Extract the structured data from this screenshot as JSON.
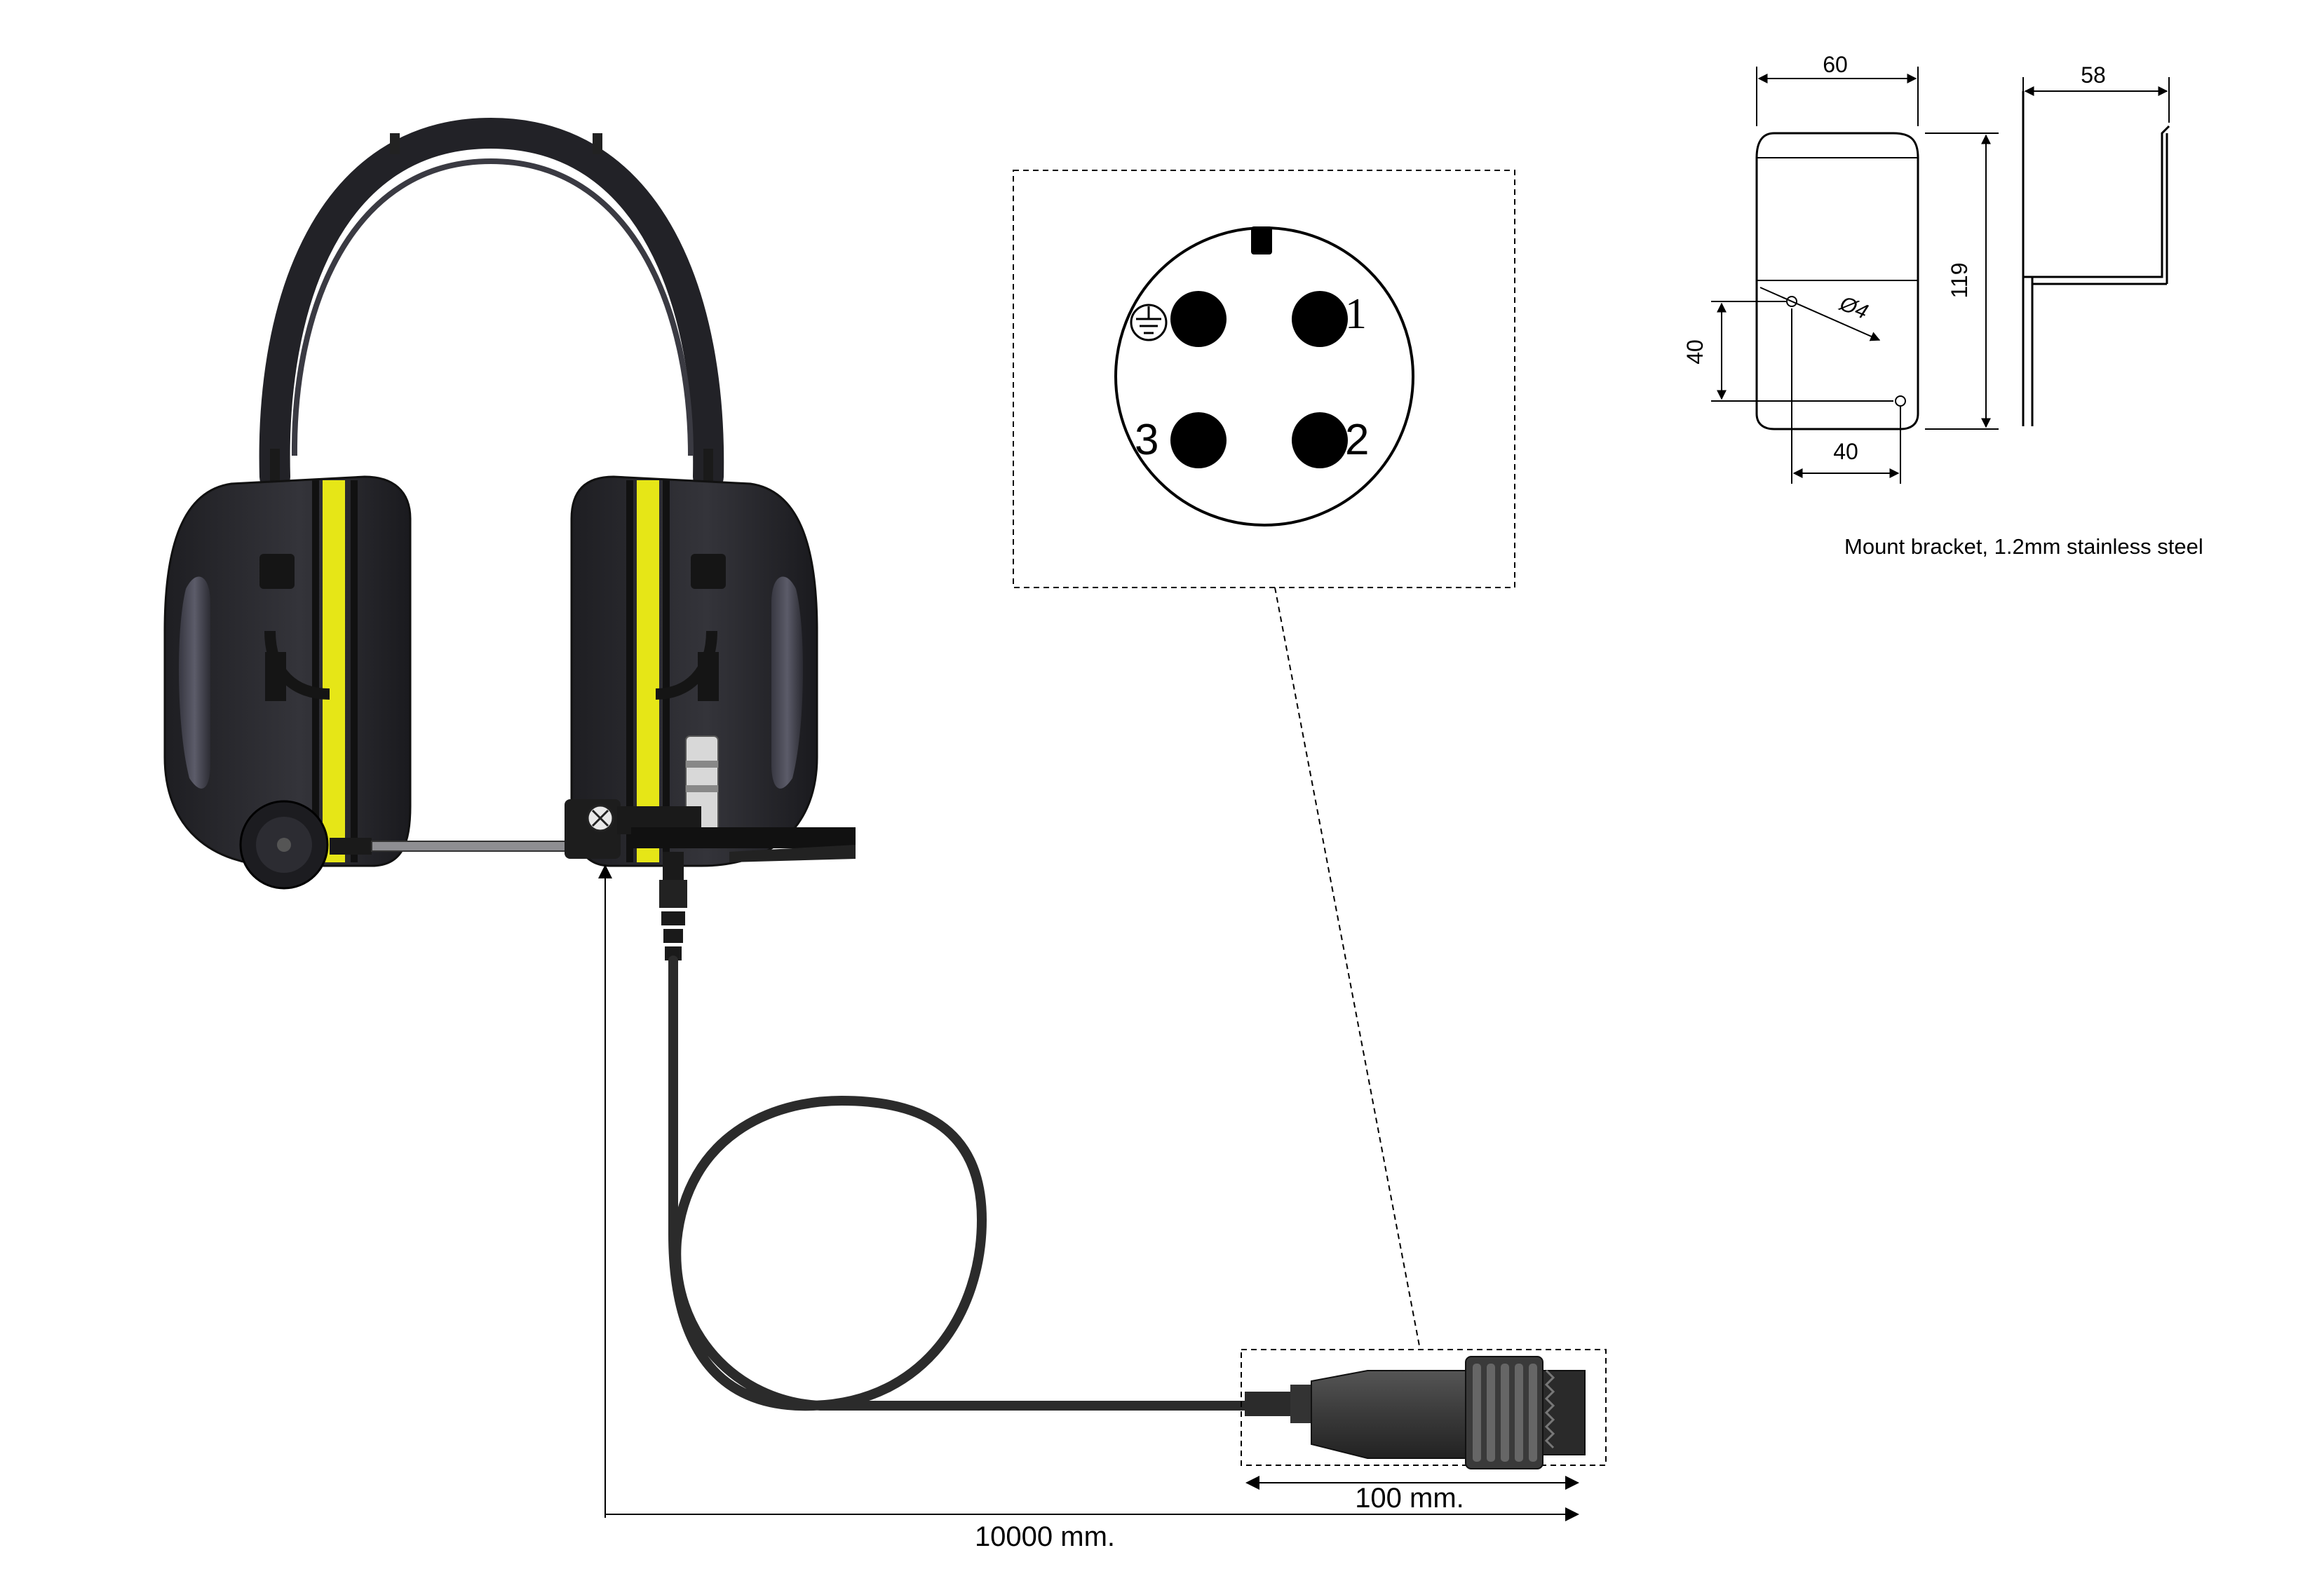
{
  "connector": {
    "pins": [
      "1",
      "2",
      "3"
    ],
    "ground_symbol": "ground-icon"
  },
  "bracket": {
    "width_top": "60",
    "depth": "58",
    "height": "119",
    "hole_offset_vertical": "40",
    "hole_spacing": "40",
    "hole_diameter": "Ø4",
    "caption": "Mount bracket, 1.2mm stainless steel"
  },
  "dimensions": {
    "connector_length": "100 mm.",
    "total_length": "10000 mm."
  },
  "colors": {
    "earcup": "#2b2b30",
    "band_yellow": "#e6e617",
    "line": "#000000"
  }
}
